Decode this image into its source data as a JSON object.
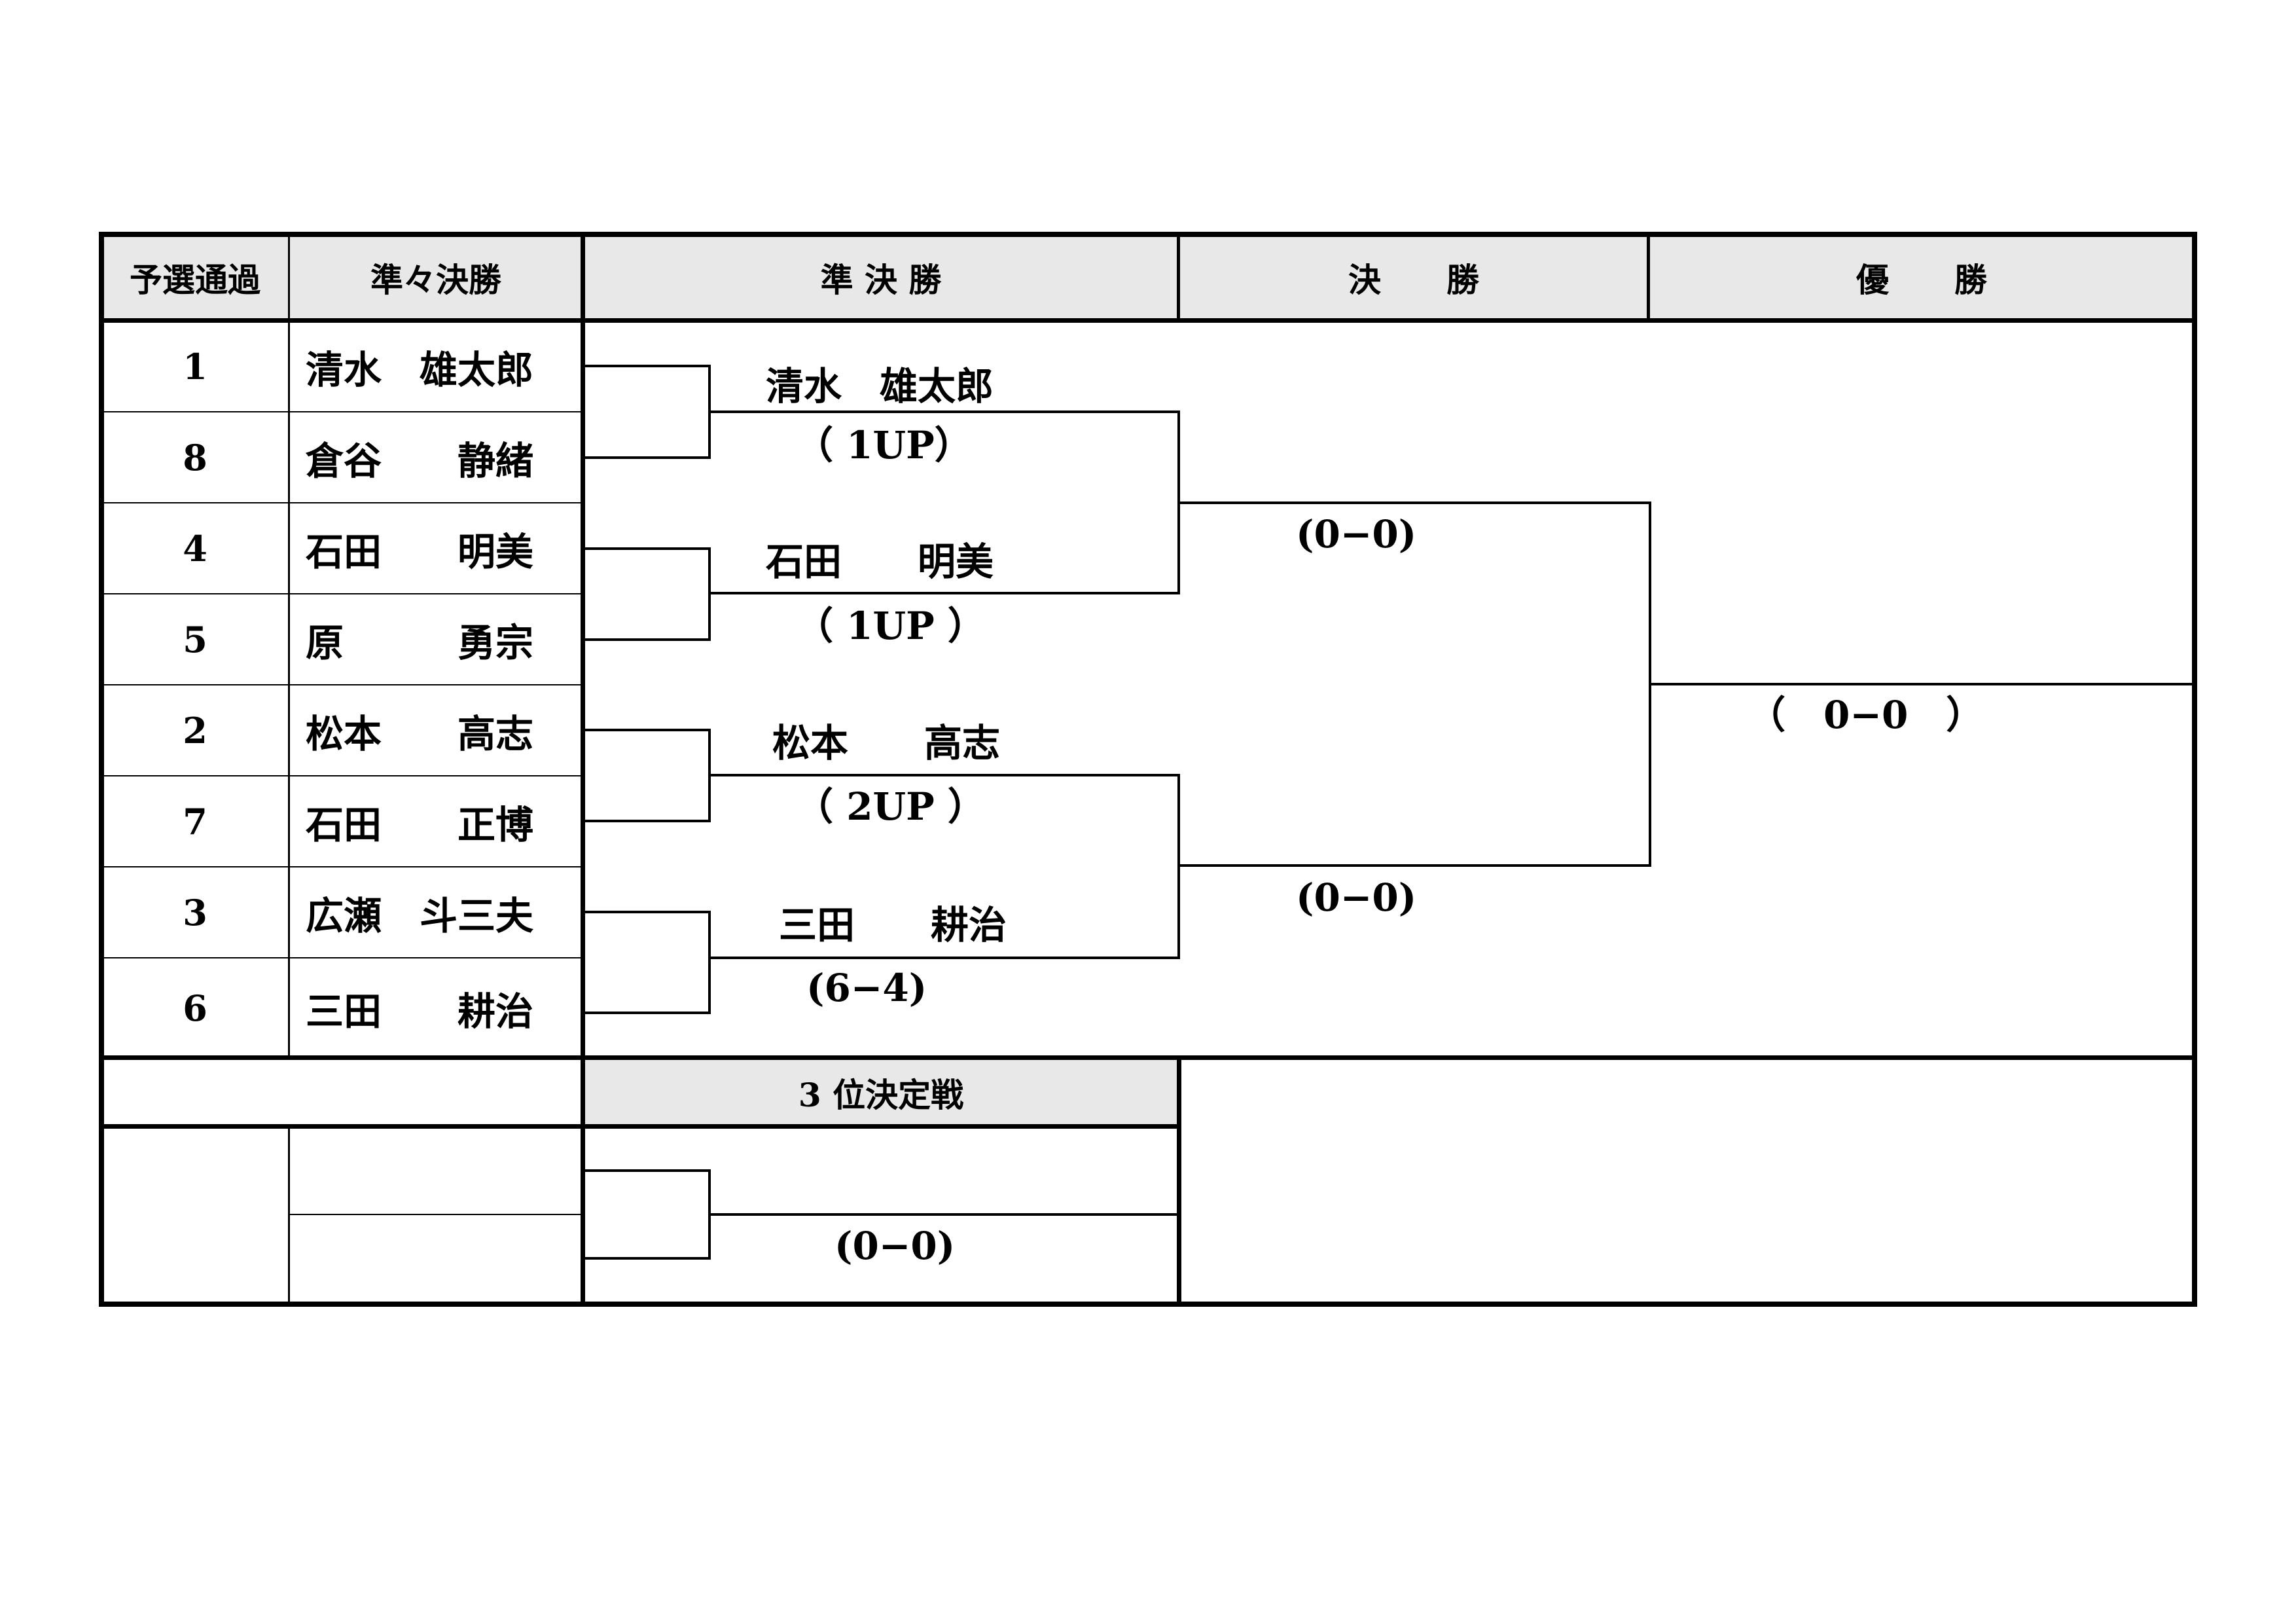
{
  "headers": {
    "qualifier": "予選通過",
    "quarterfinal": "準々決勝",
    "semifinal": "準 決 勝",
    "final": "決　　勝",
    "champion": "優　　勝",
    "third_place": "3 位決定戦"
  },
  "entries": [
    {
      "seed": "1",
      "name": "清水　雄太郎"
    },
    {
      "seed": "8",
      "name": "倉谷　　静緒"
    },
    {
      "seed": "4",
      "name": "石田　　明美"
    },
    {
      "seed": "5",
      "name": "原　　　勇宗"
    },
    {
      "seed": "2",
      "name": "松本　　高志"
    },
    {
      "seed": "7",
      "name": "石田　　正博"
    },
    {
      "seed": "3",
      "name": "広瀬　斗三夫"
    },
    {
      "seed": "6",
      "name": "三田　　耕治"
    }
  ],
  "quarterfinal_results": [
    {
      "winner": "清水　雄太郎",
      "score": "（ 1UP）"
    },
    {
      "winner": "石田　　明美",
      "score": "（ 1UP ）"
    },
    {
      "winner": "松本　　高志",
      "score": "（ 2UP ）"
    },
    {
      "winner": "三田　　耕治",
      "score": "(6−4)"
    }
  ],
  "semifinal_results": [
    {
      "score": "(0−0)"
    },
    {
      "score": "(0−0)"
    }
  ],
  "final_result": {
    "score": "（　0−0　）"
  },
  "third_place_result": {
    "score": "(0−0)"
  },
  "colors": {
    "header_bg": "#e8e8e8",
    "line": "#000000"
  }
}
